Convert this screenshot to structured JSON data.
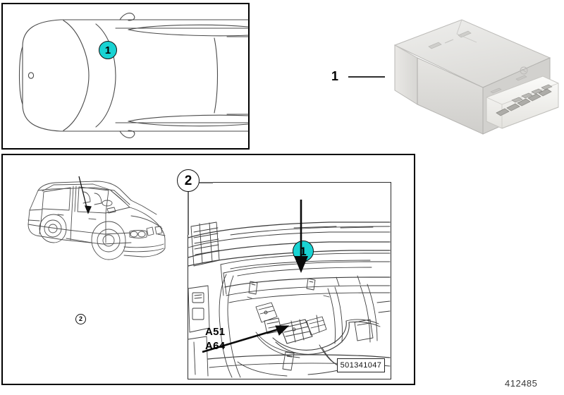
{
  "document": {
    "type": "vehicle-parts-location-diagram",
    "image_id": "412485"
  },
  "panels": {
    "top_overview": {
      "name": "vehicle-top-view-panel",
      "callout": {
        "number": "1",
        "style": "cyan"
      }
    },
    "component_photo": {
      "name": "control-module-photo",
      "label": "1",
      "component": "relay-control-module"
    },
    "location_panel": {
      "name": "installation-location-panel",
      "section_callout": {
        "number": "2",
        "style": "white"
      },
      "vehicle_thumb_callout": {
        "number": "2",
        "style": "white"
      },
      "interior_callout": {
        "number": "1",
        "style": "cyan"
      },
      "connector_codes": [
        "A51",
        "A64"
      ],
      "part_number": "501341047"
    }
  },
  "colors": {
    "callout_cyan": "#19d3d3",
    "outline_black": "#000000",
    "module_body": "#e3e2e0",
    "module_connector": "#f5f5f3",
    "line_gray": "#6b6b6b"
  }
}
